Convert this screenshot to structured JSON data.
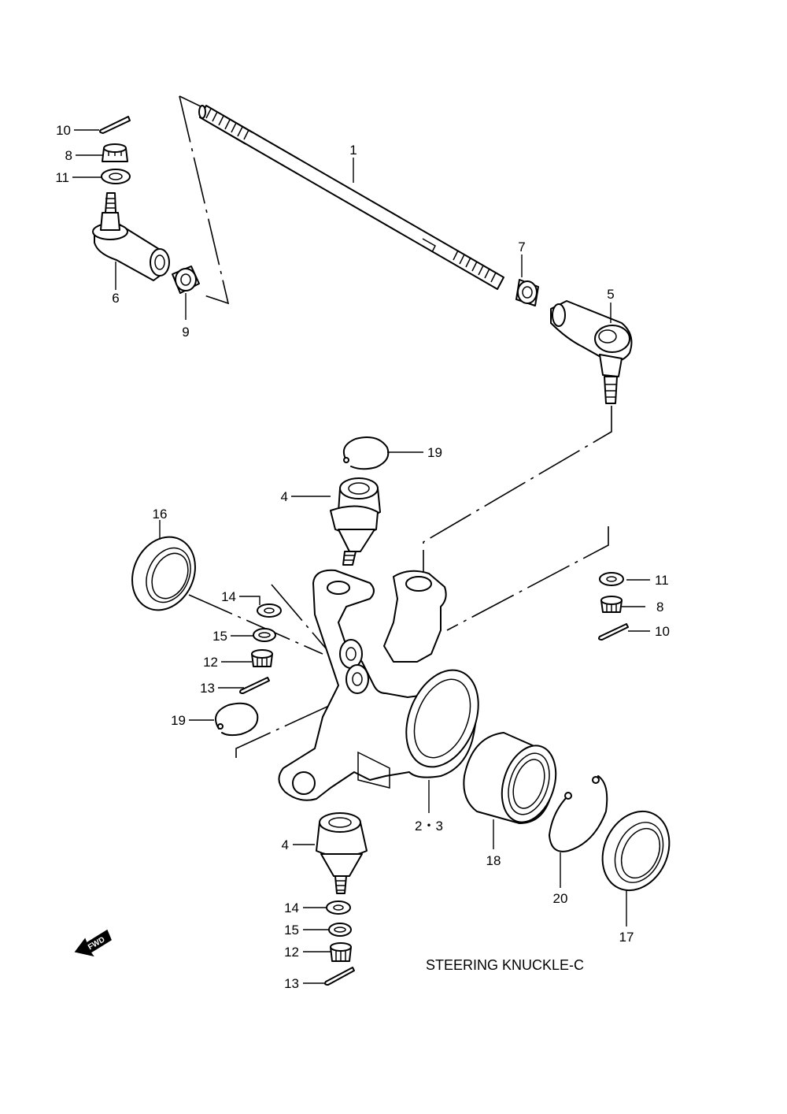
{
  "title": "STEERING KNUCKLE-C",
  "fwd_badge": "FWD",
  "labels": {
    "p1": "1",
    "p2_3": "2・3",
    "p4_upper": "4",
    "p4_lower": "4",
    "p5": "5",
    "p6": "6",
    "p7": "7",
    "p8_left": "8",
    "p8_right": "8",
    "p9": "9",
    "p10_left": "10",
    "p10_right": "10",
    "p11_left": "11",
    "p11_right": "11",
    "p12_upper": "12",
    "p12_lower": "12",
    "p13_upper": "13",
    "p13_lower": "13",
    "p14_upper": "14",
    "p14_lower": "14",
    "p15_upper": "15",
    "p15_lower": "15",
    "p16": "16",
    "p17": "17",
    "p18": "18",
    "p19_upper": "19",
    "p19_lower": "19",
    "p20": "20"
  }
}
